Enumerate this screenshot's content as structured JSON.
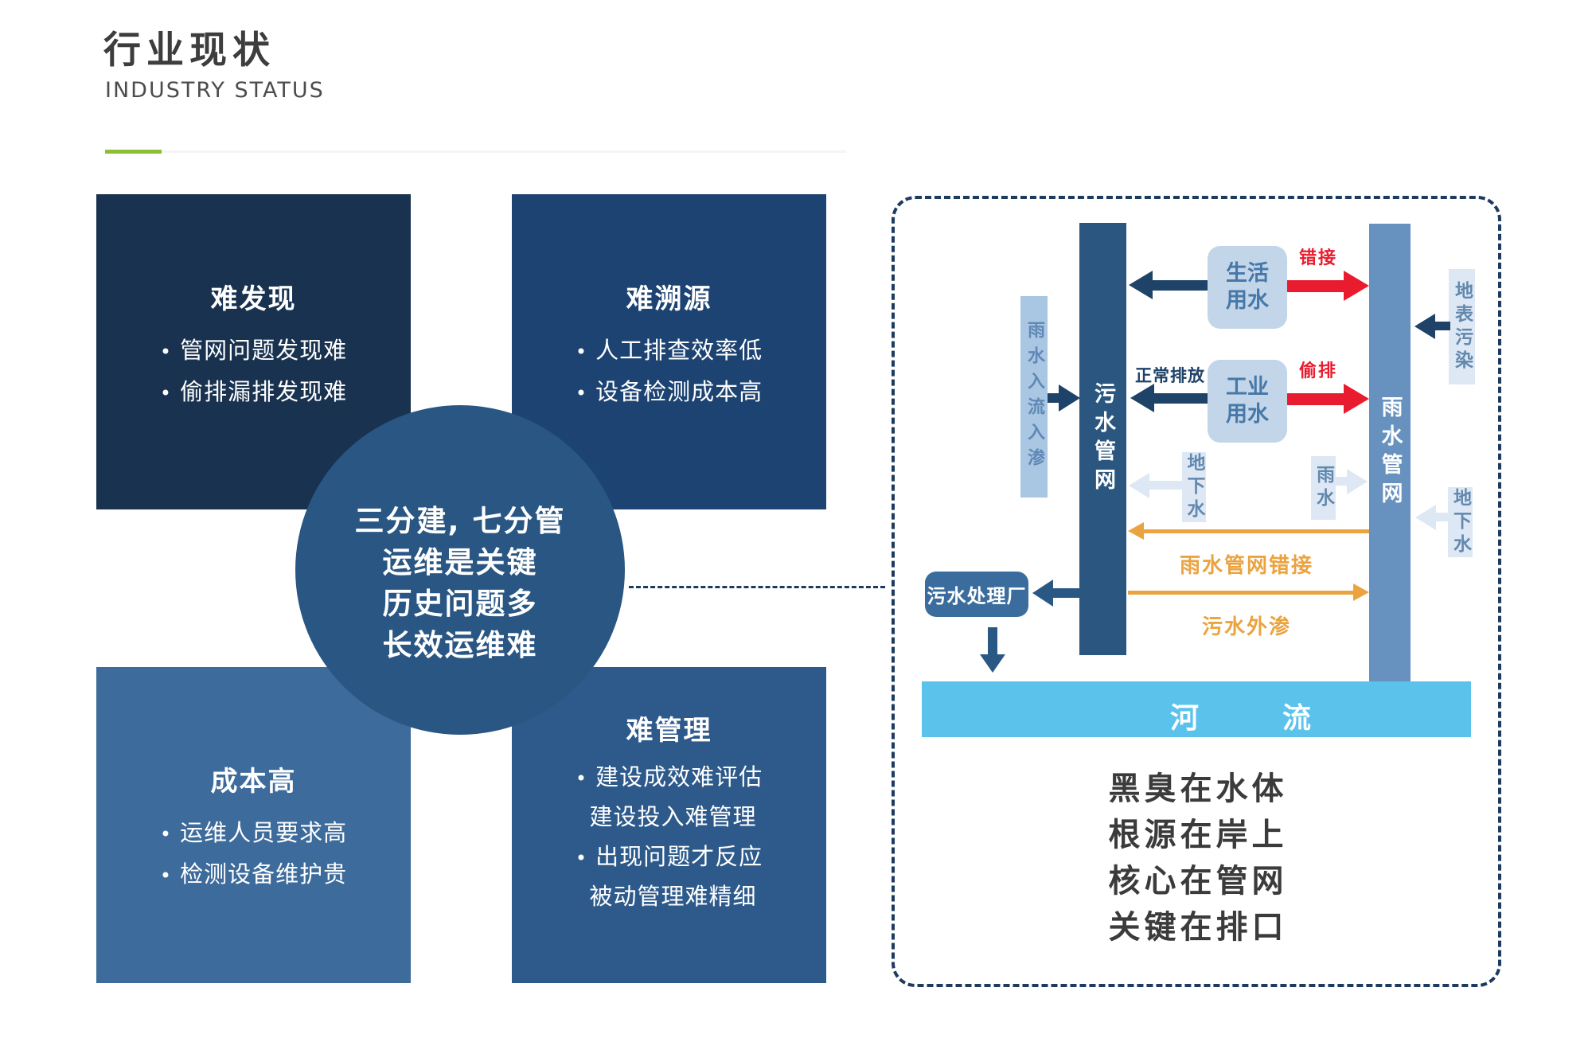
{
  "header": {
    "title": "行业现状",
    "subtitle": "INDUSTRY STATUS"
  },
  "bullet_char": "•",
  "cards": [
    {
      "title": "难发现",
      "bullets": [
        {
          "m": "•",
          "text": "管网问题发现难"
        },
        {
          "m": "•",
          "text": "偷排漏排发现难"
        }
      ]
    },
    {
      "title": "难溯源",
      "bullets": [
        {
          "m": "•",
          "text": "人工排查效率低"
        },
        {
          "m": "•",
          "text": "设备检测成本高"
        }
      ]
    },
    {
      "title": "成本高",
      "bullets": [
        {
          "m": "•",
          "text": "运维人员要求高"
        },
        {
          "m": "•",
          "text": "检测设备维护贵"
        }
      ]
    },
    {
      "title": "难管理",
      "bullets": [
        {
          "m": "•",
          "text": "建设成效难评估"
        },
        {
          "m": "",
          "text": "建设投入难管理"
        },
        {
          "m": "•",
          "text": "出现问题才反应"
        },
        {
          "m": "",
          "text": "被动管理难精细"
        }
      ]
    }
  ],
  "circle": {
    "lines": [
      "三分建, 七分管",
      "运维是关键",
      "历史问题多",
      "长效运维难"
    ]
  },
  "diagram": {
    "sewage_pipe": "污水管网",
    "rain_pipe": "雨水管网",
    "inflow_bar": "雨水入流入渗",
    "domestic_water": "生活用水",
    "industrial_water": "工业用水",
    "surface_pollution": "地表污染",
    "groundwater_left": "地下水",
    "groundwater_right": "地下水",
    "rain": "雨水",
    "treatment_plant": "污水处理厂",
    "river": "河流",
    "labels": {
      "mis_connect": "错接",
      "illegal_discharge": "偷排",
      "normal_discharge": "正常排放",
      "rain_pipe_misconnect": "雨水管网错接",
      "sewage_leak": "污水外渗"
    },
    "summary": [
      "黑臭在水体",
      "根源在岸上",
      "核心在管网",
      "关键在排口"
    ]
  },
  "colors": {
    "accent_green": "#8cbf33",
    "card_dark_navy": "#18324f",
    "card_navy": "#1d4372",
    "card_steel": "#2d5a8a",
    "card_medium": "#3d6b9b",
    "circle_blue": "#2a5683",
    "sewage_bar": "#2a567f",
    "rain_bar": "#6791bf",
    "inflow_bar": "#a9c6e3",
    "source_box": "#c3d5e9",
    "pale_tag": "#dde8f4",
    "river_blue": "#5bc2ec",
    "arrow_dark": "#1e4268",
    "arrow_red": "#e81c2e",
    "arrow_orange": "#eba33f",
    "dash_navy": "#1d3a5f"
  }
}
